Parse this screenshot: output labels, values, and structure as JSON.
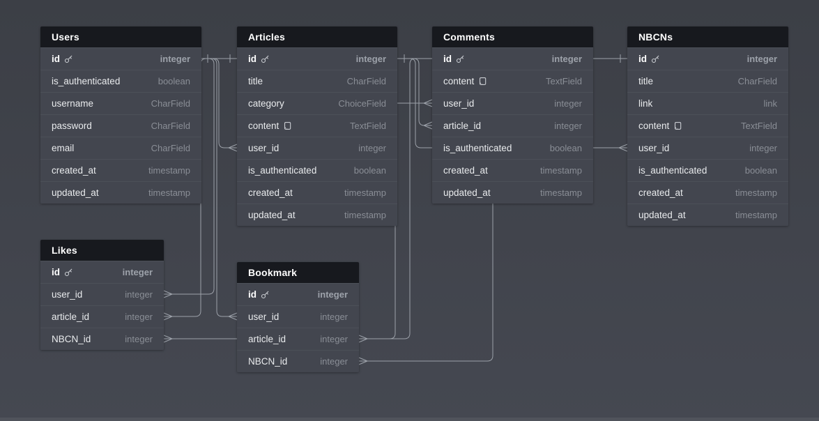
{
  "diagram": {
    "kind": "database-schema",
    "line_color": "#9da2aa",
    "header_color": "#17191e",
    "row_color": "#43464f",
    "background_color": "#3f424a"
  },
  "icons": {
    "pk": "key-icon",
    "note": "note-icon"
  },
  "tables": [
    {
      "name": "Users",
      "fields": [
        {
          "name": "id",
          "type": "integer",
          "pk": true
        },
        {
          "name": "is_authenticated",
          "type": "boolean"
        },
        {
          "name": "username",
          "type": "CharField"
        },
        {
          "name": "password",
          "type": "CharField"
        },
        {
          "name": "email",
          "type": "CharField"
        },
        {
          "name": "created_at",
          "type": "timestamp"
        },
        {
          "name": "updated_at",
          "type": "timestamp"
        }
      ]
    },
    {
      "name": "Articles",
      "fields": [
        {
          "name": "id",
          "type": "integer",
          "pk": true
        },
        {
          "name": "title",
          "type": "CharField"
        },
        {
          "name": "category",
          "type": "ChoiceField"
        },
        {
          "name": "content",
          "type": "TextField",
          "note": true
        },
        {
          "name": "user_id",
          "type": "integer"
        },
        {
          "name": "is_authenticated",
          "type": "boolean"
        },
        {
          "name": "created_at",
          "type": "timestamp"
        },
        {
          "name": "updated_at",
          "type": "timestamp"
        }
      ]
    },
    {
      "name": "Comments",
      "fields": [
        {
          "name": "id",
          "type": "integer",
          "pk": true
        },
        {
          "name": "content",
          "type": "TextField",
          "note": true
        },
        {
          "name": "user_id",
          "type": "integer"
        },
        {
          "name": "article_id",
          "type": "integer"
        },
        {
          "name": "is_authenticated",
          "type": "boolean"
        },
        {
          "name": "created_at",
          "type": "timestamp"
        },
        {
          "name": "updated_at",
          "type": "timestamp"
        }
      ]
    },
    {
      "name": "NBCNs",
      "fields": [
        {
          "name": "id",
          "type": "integer",
          "pk": true
        },
        {
          "name": "title",
          "type": "CharField"
        },
        {
          "name": "link",
          "type": "link"
        },
        {
          "name": "content",
          "type": "TextField",
          "note": true
        },
        {
          "name": "user_id",
          "type": "integer"
        },
        {
          "name": "is_authenticated",
          "type": "boolean"
        },
        {
          "name": "created_at",
          "type": "timestamp"
        },
        {
          "name": "updated_at",
          "type": "timestamp"
        }
      ]
    },
    {
      "name": "Likes",
      "fields": [
        {
          "name": "id",
          "type": "integer",
          "pk": true
        },
        {
          "name": "user_id",
          "type": "integer"
        },
        {
          "name": "article_id",
          "type": "integer"
        },
        {
          "name": "NBCN_id",
          "type": "integer"
        }
      ]
    },
    {
      "name": "Bookmark",
      "fields": [
        {
          "name": "id",
          "type": "integer",
          "pk": true
        },
        {
          "name": "user_id",
          "type": "integer"
        },
        {
          "name": "article_id",
          "type": "integer"
        },
        {
          "name": "NBCN_id",
          "type": "integer"
        }
      ]
    }
  ],
  "relationships": [
    {
      "from": "Users.id",
      "to": "Articles.user_id",
      "from_cardinality": "1",
      "to_cardinality": "many"
    },
    {
      "from": "Users.id",
      "to": "Comments.user_id",
      "from_cardinality": "1",
      "to_cardinality": "many"
    },
    {
      "from": "Users.id",
      "to": "NBCNs.user_id",
      "from_cardinality": "1",
      "to_cardinality": "many"
    },
    {
      "from": "Users.id",
      "to": "Likes.user_id",
      "from_cardinality": "1",
      "to_cardinality": "many"
    },
    {
      "from": "Users.id",
      "to": "Bookmark.user_id",
      "from_cardinality": "1",
      "to_cardinality": "many"
    },
    {
      "from": "Articles.id",
      "to": "Likes.article_id",
      "from_cardinality": "1",
      "to_cardinality": "many"
    },
    {
      "from": "Articles.id",
      "to": "Comments.article_id",
      "from_cardinality": "1",
      "to_cardinality": "many"
    },
    {
      "from": "Articles.id",
      "to": "Bookmark.article_id",
      "from_cardinality": "1",
      "to_cardinality": "many"
    },
    {
      "from": "NBCNs.id",
      "to": "Likes.NBCN_id",
      "from_cardinality": "1",
      "to_cardinality": "many"
    },
    {
      "from": "NBCNs.id",
      "to": "Bookmark.NBCN_id",
      "from_cardinality": "1",
      "to_cardinality": "many"
    }
  ]
}
